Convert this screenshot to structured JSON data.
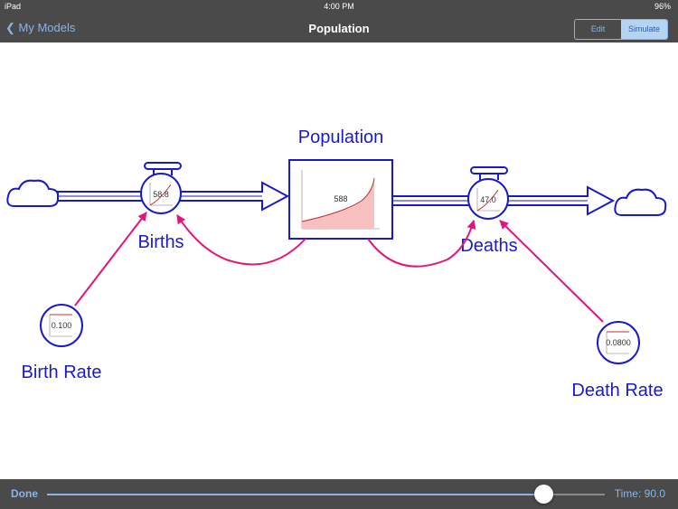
{
  "status": {
    "carrier": "iPad",
    "time": "4:00 PM",
    "battery": "96%"
  },
  "nav": {
    "back_label": "My Models",
    "title": "Population",
    "edit_label": "Edit",
    "simulate_label": "Simulate"
  },
  "model": {
    "stock": {
      "label": "Population",
      "value": "588"
    },
    "flows": [
      {
        "label": "Births",
        "value": "58.8"
      },
      {
        "label": "Deaths",
        "value": "47.0"
      }
    ],
    "converters": [
      {
        "label": "Birth Rate",
        "value": "0.100"
      },
      {
        "label": "Death Rate",
        "value": "0.0800"
      }
    ]
  },
  "bottom": {
    "done_label": "Done",
    "time_label": "Time: 90.0",
    "slider_fraction": 0.89
  },
  "colors": {
    "diagram": "#1a1acd",
    "link": "#e5147a",
    "accent": "#8ab4e8"
  }
}
